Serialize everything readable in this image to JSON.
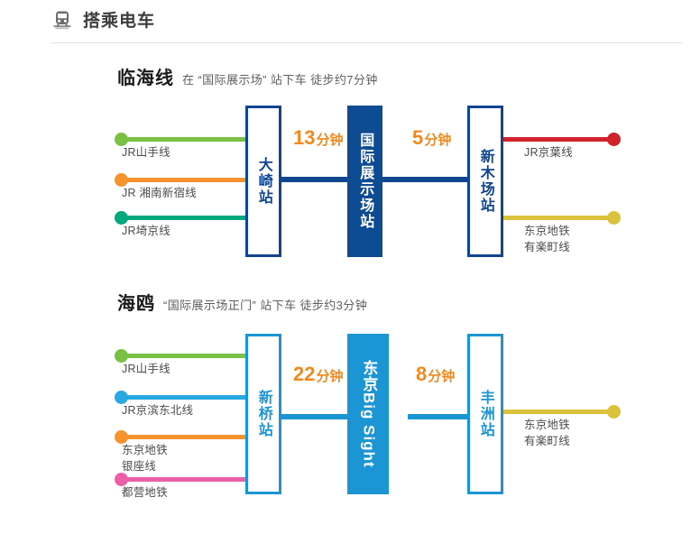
{
  "header": {
    "icon": "train-icon",
    "title": "搭乘电车"
  },
  "colors": {
    "navy": "#10468f",
    "lightblue": "#1b95d4",
    "orange_text": "#f08a1e",
    "green": "#7ac143",
    "orange": "#f5942e",
    "teal": "#00a97b",
    "cyan": "#29a9e1",
    "pink": "#ea5fa5",
    "red": "#d0232b",
    "gold": "#dcc13c",
    "label_gray": "#4a4a4a",
    "heading_black": "#1a1a1a",
    "note_gray": "#5e5e5e"
  },
  "sections": [
    {
      "id": "rinkai",
      "line_name": "临海线",
      "note": "在 “国际展示场” 站下车 徒步约7分钟",
      "theme": "#10468f",
      "left_feeders": [
        {
          "label": "JR山手线",
          "color": "#7ac143"
        },
        {
          "label": "JR 湘南新宿线",
          "color": "#f5942e"
        },
        {
          "label": "JR埼京线",
          "color": "#00a97b"
        }
      ],
      "right_feeders": [
        {
          "label": "JR京葉线",
          "color": "#d0232b"
        },
        {
          "label": "东京地铁\n有楽町线",
          "color": "#dcc13c"
        }
      ],
      "stations": [
        {
          "name": "大崎站",
          "style": "outline"
        },
        {
          "name": "国际展示场站",
          "style": "filled"
        },
        {
          "name": "新木场站",
          "style": "outline"
        }
      ],
      "durations": [
        {
          "num": "13",
          "unit": "分钟"
        },
        {
          "num": "5",
          "unit": "分钟"
        }
      ]
    },
    {
      "id": "yurikamome",
      "line_name": "海鸥",
      "note": "“国际展示场正门” 站下车 徒步约3分钟",
      "theme": "#1b95d4",
      "left_feeders": [
        {
          "label": "JR山手线",
          "color": "#7ac143"
        },
        {
          "label": "JR京滨东北线",
          "color": "#29a9e1"
        },
        {
          "label": "东京地铁\n银座线",
          "color": "#f5942e"
        },
        {
          "label": "都营地铁",
          "color": "#ea5fa5"
        }
      ],
      "right_feeders": [
        {
          "label": "东京地铁\n有楽町线",
          "color": "#dcc13c"
        }
      ],
      "stations": [
        {
          "name": "新桥站",
          "style": "outline"
        },
        {
          "name": "东京Big Sight",
          "style": "filled"
        },
        {
          "name": "丰洲站",
          "style": "outline"
        }
      ],
      "durations": [
        {
          "num": "22",
          "unit": "分钟"
        },
        {
          "num": "8",
          "unit": "分钟"
        }
      ]
    }
  ]
}
